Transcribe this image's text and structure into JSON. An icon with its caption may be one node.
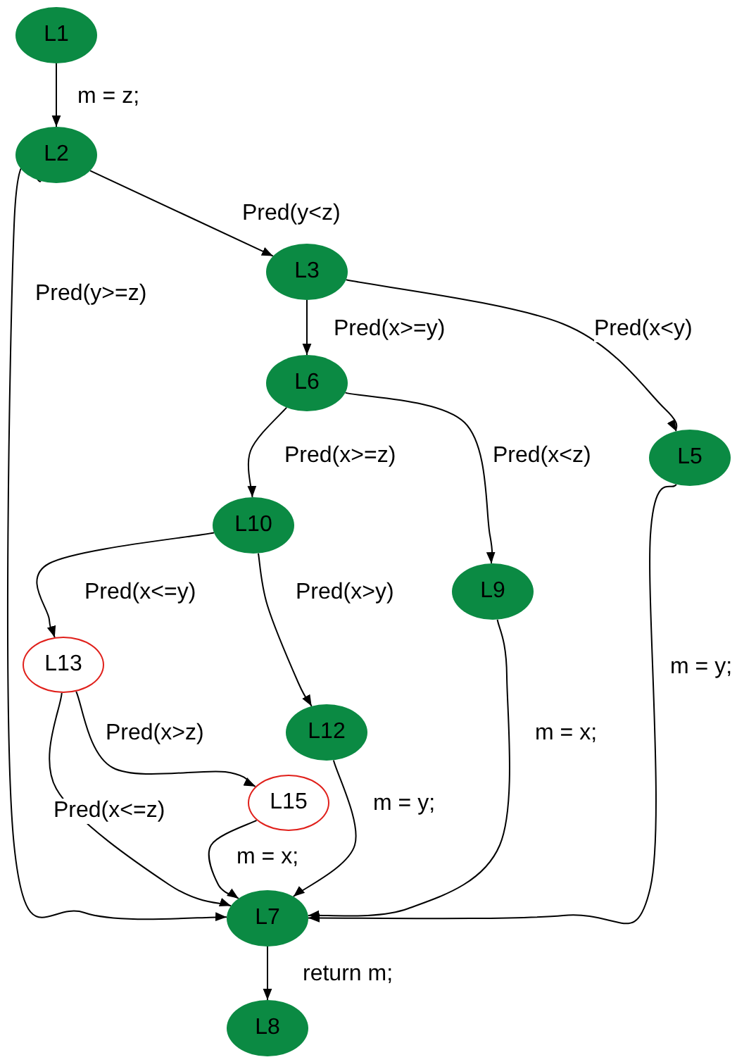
{
  "diagram": {
    "nodes": [
      {
        "text": [
          "L1"
        ]
      },
      {
        "text": [
          "L2"
        ]
      },
      {
        "text": [
          "L3"
        ]
      },
      {
        "text": [
          "L6"
        ]
      },
      {
        "text": [
          "L5"
        ]
      },
      {
        "text": [
          "L10"
        ]
      },
      {
        "text": [
          "L9"
        ]
      },
      {
        "text": [
          "L13"
        ]
      },
      {
        "text": [
          "L12"
        ]
      },
      {
        "text": [
          "L15"
        ]
      },
      {
        "text": [
          "L7"
        ]
      },
      {
        "text": [
          "L8"
        ]
      }
    ],
    "edges": [
      {
        "from": 0,
        "to": 1,
        "arrow": "to",
        "label": "m = z;"
      },
      {
        "from": 1,
        "to": 2,
        "arrow": "to",
        "label": "Pred(y<z)"
      },
      {
        "from": 1,
        "to": 10,
        "arrow": "to",
        "label": "Pred(y>=z)"
      },
      {
        "from": 2,
        "to": 3,
        "arrow": "to",
        "label": "Pred(x>=y)"
      },
      {
        "from": 2,
        "to": 4,
        "arrow": "to",
        "label": "Pred(x<y)"
      },
      {
        "from": 3,
        "to": 5,
        "arrow": "to",
        "label": "Pred(x>=z)"
      },
      {
        "from": 3,
        "to": 6,
        "arrow": "to",
        "label": "Pred(x<z)"
      },
      {
        "from": 4,
        "to": 10,
        "arrow": "to",
        "label": "m = y;"
      },
      {
        "from": 5,
        "to": 7,
        "arrow": "to",
        "label": "Pred(x<=y)"
      },
      {
        "from": 5,
        "to": 8,
        "arrow": "to",
        "label": "Pred(x>y)"
      },
      {
        "from": 6,
        "to": 10,
        "arrow": "to",
        "label": "m = x;"
      },
      {
        "from": 7,
        "to": 9,
        "arrow": "to",
        "label": "Pred(x>z)"
      },
      {
        "from": 7,
        "to": 10,
        "arrow": "to",
        "label": "Pred(x<=z)"
      },
      {
        "from": 8,
        "to": 10,
        "arrow": "to",
        "label": "m = y;"
      },
      {
        "from": 9,
        "to": 10,
        "arrow": "to",
        "label": "m = x;"
      },
      {
        "from": 10,
        "to": 11,
        "arrow": "to",
        "label": "return m;"
      }
    ]
  }
}
